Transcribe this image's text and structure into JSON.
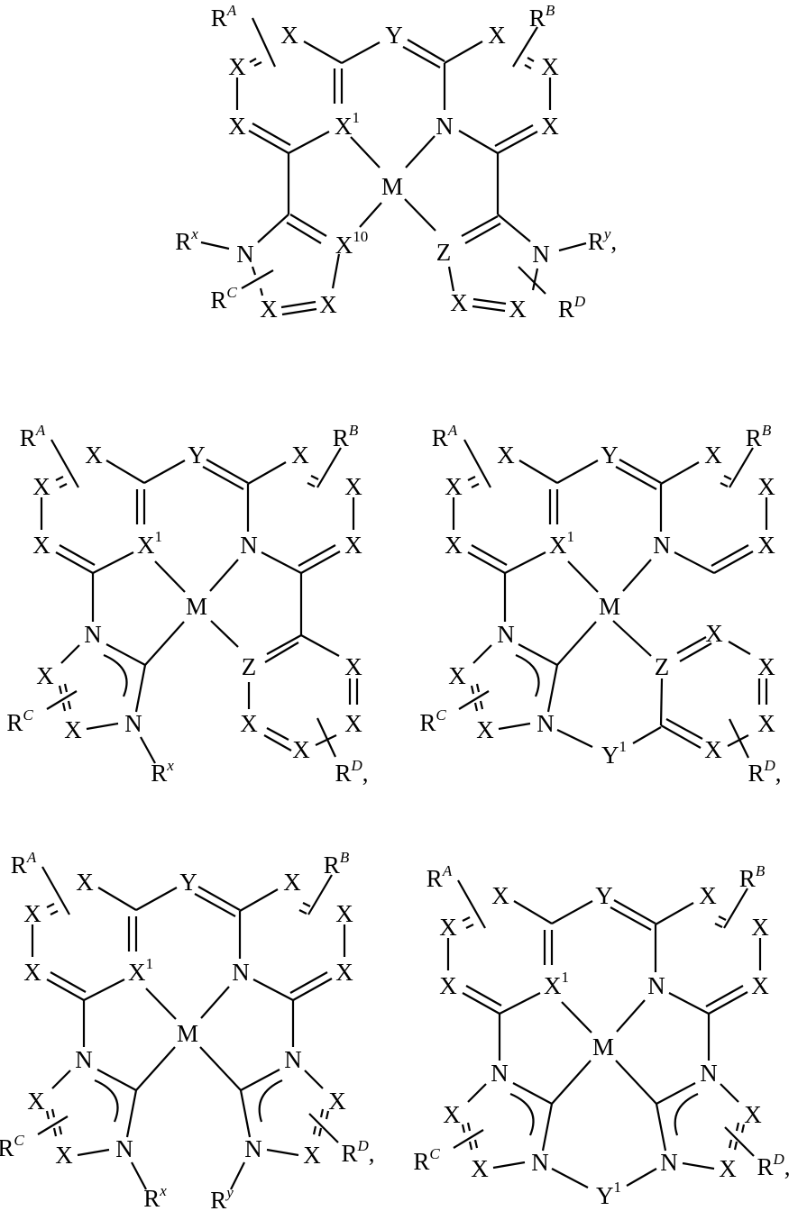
{
  "figure": {
    "type": "chemical-structure-diagram",
    "description": "Tetradentate metal complex general formulas",
    "structures": [
      {
        "id": "s1",
        "labels": {
          "RA": "R",
          "RA_sup": "A",
          "RB": "R",
          "RB_sup": "B",
          "RC": "R",
          "RC_sup": "C",
          "RD": "R",
          "RD_sup": "D",
          "Rx": "R",
          "Rx_sup": "x",
          "Ry": "R",
          "Ry_sup": "y",
          "Ry_punct": ",",
          "X": "X",
          "X1": "X",
          "X1_sup": "1",
          "X10": "X",
          "X10_sup": "10",
          "Y": "Y",
          "N": "N",
          "M": "M",
          "Z": "Z"
        }
      },
      {
        "id": "s2",
        "labels": {
          "RA": "R",
          "RA_sup": "A",
          "RB": "R",
          "RB_sup": "B",
          "RC": "R",
          "RC_sup": "C",
          "RD": "R",
          "RD_sup": "D",
          "RD_punct": ",",
          "Rx": "R",
          "Rx_sup": "x",
          "X": "X",
          "X1": "X",
          "X1_sup": "1",
          "Y": "Y",
          "N": "N",
          "M": "M",
          "Z": "Z"
        }
      },
      {
        "id": "s3",
        "labels": {
          "RA": "R",
          "RA_sup": "A",
          "RB": "R",
          "RB_sup": "B",
          "RC": "R",
          "RC_sup": "C",
          "RD": "R",
          "RD_sup": "D",
          "RD_punct": ",",
          "X": "X",
          "X1": "X",
          "X1_sup": "1",
          "Y": "Y",
          "Y1": "Y",
          "Y1_sup": "1",
          "N": "N",
          "M": "M",
          "Z": "Z"
        }
      },
      {
        "id": "s4",
        "labels": {
          "RA": "R",
          "RA_sup": "A",
          "RB": "R",
          "RB_sup": "B",
          "RC": "R",
          "RC_sup": "C",
          "RD": "R",
          "RD_sup": "D",
          "RD_punct": ",",
          "Rx": "R",
          "Rx_sup": "x",
          "Ry": "R",
          "Ry_sup": "y",
          "X": "X",
          "X1": "X",
          "X1_sup": "1",
          "Y": "Y",
          "N": "N",
          "M": "M"
        }
      },
      {
        "id": "s5",
        "labels": {
          "RA": "R",
          "RA_sup": "A",
          "RB": "R",
          "RB_sup": "B",
          "RC": "R",
          "RC_sup": "C",
          "RD": "R",
          "RD_sup": "D",
          "RD_punct": ",",
          "X": "X",
          "X1": "X",
          "X1_sup": "1",
          "Y": "Y",
          "Y1": "Y",
          "Y1_sup": "1",
          "N": "N",
          "M": "M"
        }
      }
    ]
  }
}
